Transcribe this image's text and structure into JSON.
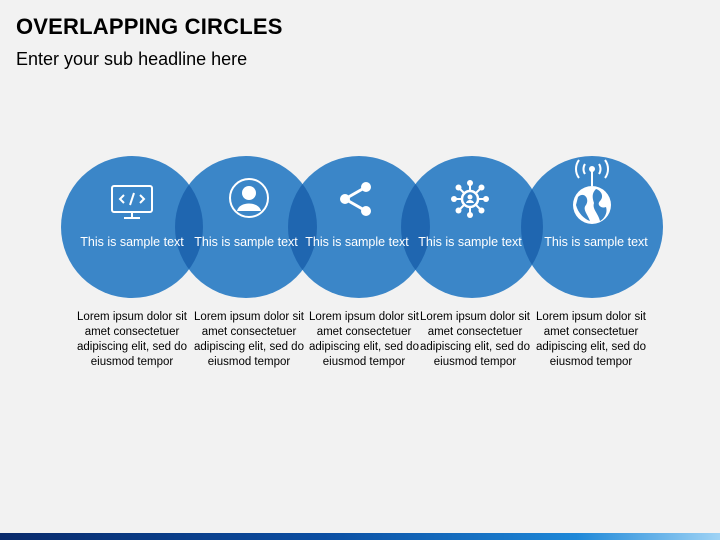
{
  "title": "OVERLAPPING CIRCLES",
  "subtitle": "Enter your sub headline here",
  "colors": {
    "circle": "#3b86c8",
    "overlap": "#1f66b0",
    "text": "#000000",
    "background": "#f2f2f2"
  },
  "items": [
    {
      "icon": "code-monitor-icon",
      "label": "This is sample text",
      "desc": "Lorem ipsum dolor sit amet consectetuer adipiscing elit, sed do eiusmod tempor"
    },
    {
      "icon": "user-icon",
      "label": "This is sample text",
      "desc": "Lorem ipsum dolor sit amet consectetuer adipiscing elit, sed do eiusmod tempor"
    },
    {
      "icon": "share-icon",
      "label": "This is sample text",
      "desc": "Lorem ipsum dolor sit amet consectetuer adipiscing elit, sed do eiusmod tempor"
    },
    {
      "icon": "network-icon",
      "label": "This is sample text",
      "desc": "Lorem ipsum dolor sit amet consectetuer adipiscing elit, sed do eiusmod tempor"
    },
    {
      "icon": "globe-signal-icon",
      "label": "This is sample text",
      "desc": "Lorem ipsum dolor sit amet consectetuer adipiscing elit, sed do eiusmod tempor"
    }
  ]
}
